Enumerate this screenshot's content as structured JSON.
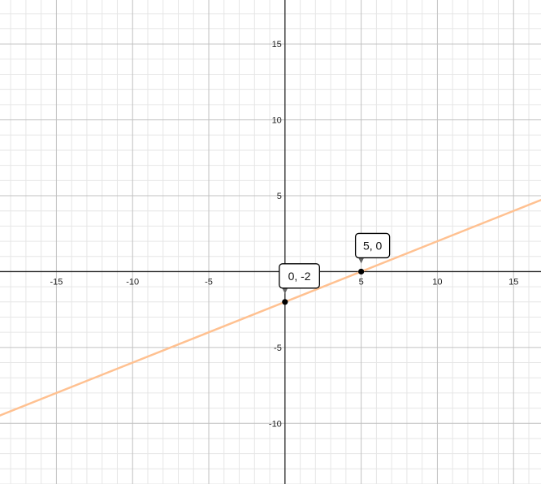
{
  "chart_data": {
    "type": "line",
    "xlim": [
      -18.7,
      16.8
    ],
    "ylim": [
      -14,
      17.9
    ],
    "grid": true,
    "grid_major_step": 5,
    "grid_minor_step": 1,
    "x_ticks": [
      -15,
      -10,
      -5,
      5,
      10,
      15
    ],
    "y_ticks": [
      -10,
      -5,
      5,
      10,
      15
    ],
    "series": [
      {
        "color": "#ffc191",
        "slope": 0.4,
        "intercept": -2,
        "x_range": [
          -18.7,
          16.8
        ]
      }
    ],
    "points": [
      {
        "x": 0,
        "y": -2,
        "label": "0, -2"
      },
      {
        "x": 5,
        "y": 0,
        "label": "5, 0"
      }
    ],
    "colors": {
      "axis": "#252525",
      "grid_major": "#c0c0c0",
      "grid_minor": "#e6e6e6",
      "point": "#000000",
      "callout_border": "#000000"
    }
  }
}
